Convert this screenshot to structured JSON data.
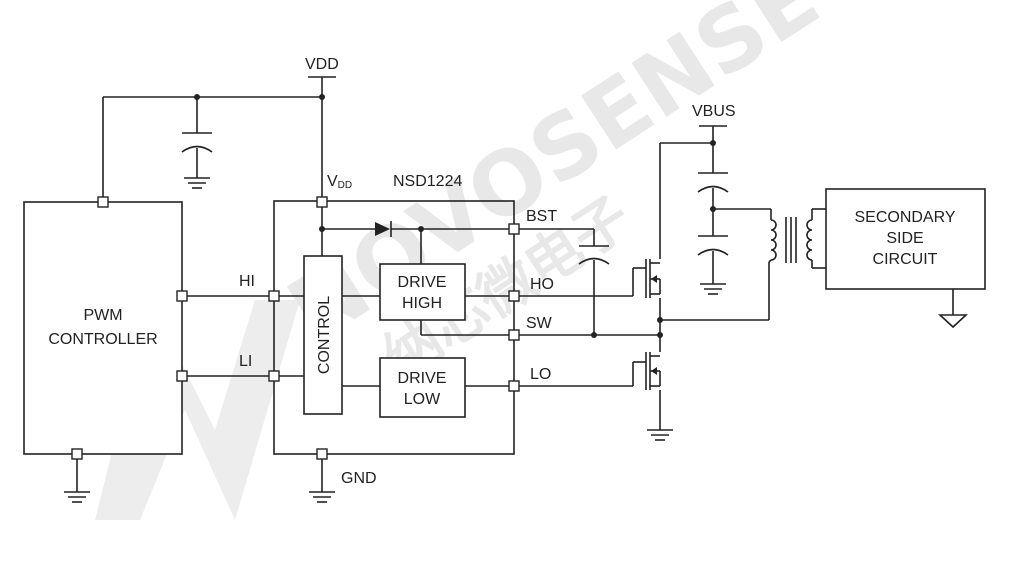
{
  "watermark": {
    "brand": "NOVOSENSE",
    "chinese": "纳芯微电子"
  },
  "labels": {
    "vdd_supply": "VDD",
    "vdd_pin_main": "V",
    "vdd_pin_sub": "DD",
    "chip_name": "NSD1224",
    "pwm_controller_line1": "PWM",
    "pwm_controller_line2": "CONTROLLER",
    "hi": "HI",
    "li": "LI",
    "control": "CONTROL",
    "drive_high_line1": "DRIVE",
    "drive_high_line2": "HIGH",
    "drive_low_line1": "DRIVE",
    "drive_low_line2": "LOW",
    "bst": "BST",
    "ho": "HO",
    "sw": "SW",
    "lo": "LO",
    "gnd": "GND",
    "vbus": "VBUS",
    "secondary_line1": "SECONDARY",
    "secondary_line2": "SIDE",
    "secondary_line3": "CIRCUIT"
  }
}
